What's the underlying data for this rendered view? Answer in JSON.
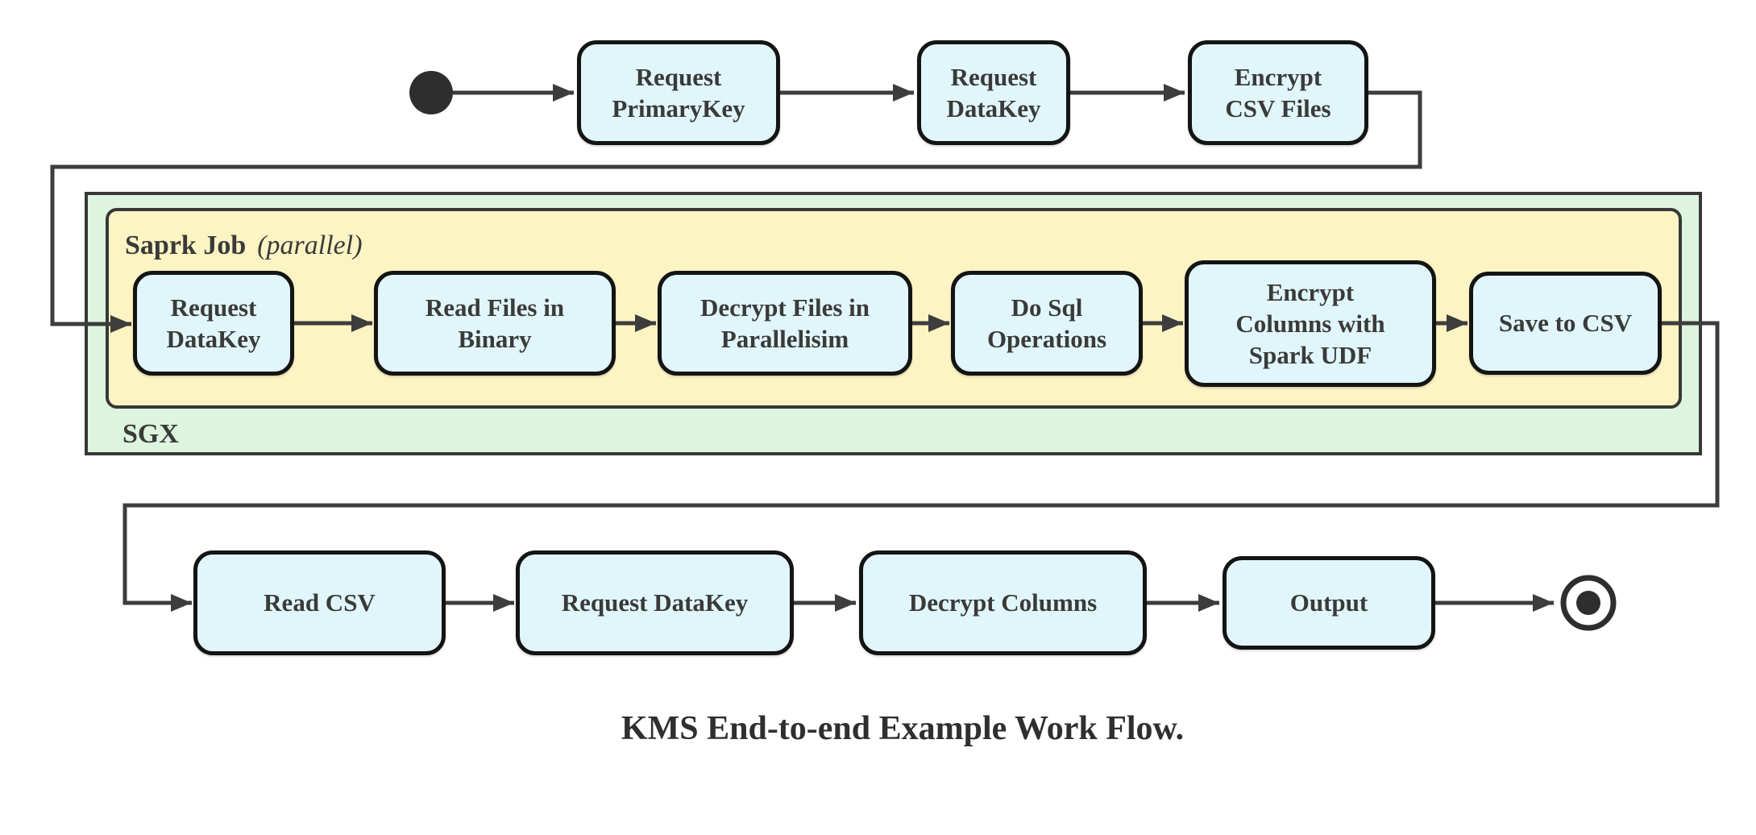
{
  "colors": {
    "node_fill": "#e1f6fa",
    "node_border": "#141414",
    "spark_box_fill": "#fcf4c3",
    "sgx_box_fill": "#ddf5de",
    "box_border": "#383838",
    "connector": "#3d3d3d",
    "text": "#3a3a3a",
    "canvas_bg": "#ffffff"
  },
  "flow": {
    "top_row": [
      "Request\nPrimaryKey",
      "Request\nDataKey",
      "Encrypt\nCSV Files"
    ],
    "sgx_group": {
      "label": "SGX",
      "spark_group": {
        "label": "Saprk Job",
        "qualifier": "(parallel)",
        "nodes": [
          "Request\nDataKey",
          "Read Files in\nBinary",
          "Decrypt Files in\nParallelisim",
          "Do Sql\nOperations",
          "Encrypt\nColumns with\nSpark UDF",
          "Save to CSV"
        ]
      }
    },
    "bottom_row": [
      "Read CSV",
      "Request DataKey",
      "Decrypt Columns",
      "Output"
    ],
    "caption": "KMS End-to-end Example Work Flow."
  }
}
